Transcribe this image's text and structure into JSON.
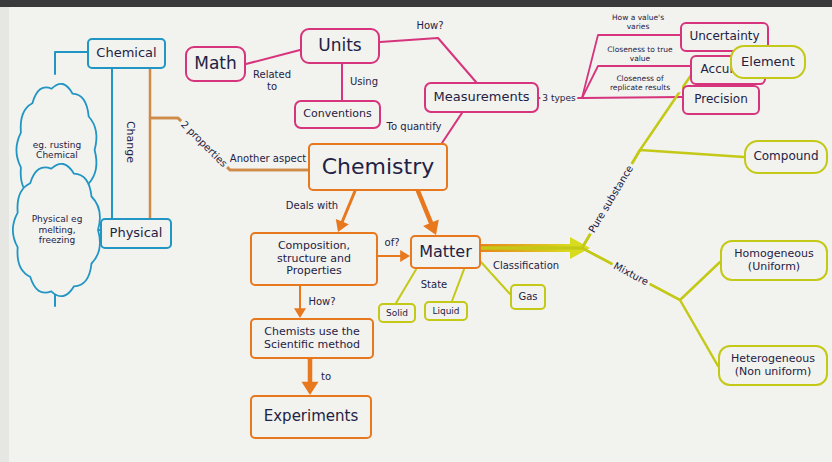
{
  "diagram": {
    "nodes": [
      {
        "text": [
          "Chemical"
        ]
      },
      {
        "text": [
          "eg. rusting Chemical"
        ]
      },
      {
        "text": [
          "Physical eg melting, freezing"
        ]
      },
      {
        "text": [
          "Physical"
        ]
      },
      {
        "text": [
          "Math"
        ]
      },
      {
        "text": [
          "Units"
        ]
      },
      {
        "text": [
          "Conventions"
        ]
      },
      {
        "text": [
          "Measurements"
        ]
      },
      {
        "text": [
          "Uncertainty"
        ]
      },
      {
        "text": [
          "Accuracy"
        ]
      },
      {
        "text": [
          "Precision"
        ]
      },
      {
        "text": [
          "Chemistry"
        ]
      },
      {
        "text": [
          "Composition, structure and Properties"
        ]
      },
      {
        "text": [
          "Matter"
        ]
      },
      {
        "text": [
          "Chemists use the Scientific method"
        ]
      },
      {
        "text": [
          "Experiments"
        ]
      },
      {
        "text": [
          "Solid"
        ]
      },
      {
        "text": [
          "Liquid"
        ]
      },
      {
        "text": [
          "Gas"
        ]
      },
      {
        "text": [
          "Element"
        ]
      },
      {
        "text": [
          "Compound"
        ]
      },
      {
        "text": [
          "Homogeneous (Uniform)"
        ]
      },
      {
        "text": [
          "Heterogeneous (Non uniform)"
        ]
      }
    ],
    "edges": [
      {
        "from": 4,
        "to": 5,
        "label": "Related to",
        "arrow": "none"
      },
      {
        "from": 5,
        "to": 6,
        "label": "Using",
        "arrow": "none"
      },
      {
        "from": 5,
        "to": 7,
        "label": "How?",
        "arrow": "none"
      },
      {
        "from": 7,
        "to": 11,
        "label": "To quantify",
        "arrow": "none"
      },
      {
        "from": 7,
        "to": 8,
        "label": "How a value's varies",
        "arrow": "none"
      },
      {
        "from": 7,
        "to": 9,
        "label": "Closeness to true value",
        "arrow": "none"
      },
      {
        "from": 7,
        "to": 10,
        "label": "Closeness of replicate results",
        "arrow": "none"
      },
      {
        "from": 0,
        "to": 3,
        "label": "Change",
        "arrow": "none"
      },
      {
        "from": 0,
        "to": 1,
        "arrow": "none"
      },
      {
        "from": 3,
        "to": 2,
        "arrow": "none"
      },
      {
        "from": 11,
        "to": 0,
        "label": "Another aspect",
        "arrow": "none"
      },
      {
        "from": 11,
        "to": 3,
        "label": "2 properties",
        "arrow": "none"
      },
      {
        "from": 11,
        "to": 12,
        "label": "Deals with",
        "arrow": "to"
      },
      {
        "from": 11,
        "to": 13,
        "arrow": "to"
      },
      {
        "from": 12,
        "to": 13,
        "label": "of?",
        "arrow": "to"
      },
      {
        "from": 12,
        "to": 14,
        "label": "How?",
        "arrow": "to"
      },
      {
        "from": 14,
        "to": 15,
        "label": "to",
        "arrow": "to"
      },
      {
        "from": 13,
        "to": 16,
        "label": "State",
        "arrow": "none"
      },
      {
        "from": 13,
        "to": 17,
        "arrow": "none"
      },
      {
        "from": 13,
        "to": 18,
        "arrow": "none"
      },
      {
        "from": 13,
        "to": 19,
        "label": "Pure substance",
        "arrow": "none"
      },
      {
        "from": 13,
        "to": 20,
        "arrow": "none"
      },
      {
        "from": 13,
        "to": 21,
        "label": "Mixture",
        "arrow": "none"
      },
      {
        "from": 13,
        "to": 22,
        "arrow": "none"
      }
    ],
    "labels": [
      "3 types",
      "Classification"
    ]
  }
}
